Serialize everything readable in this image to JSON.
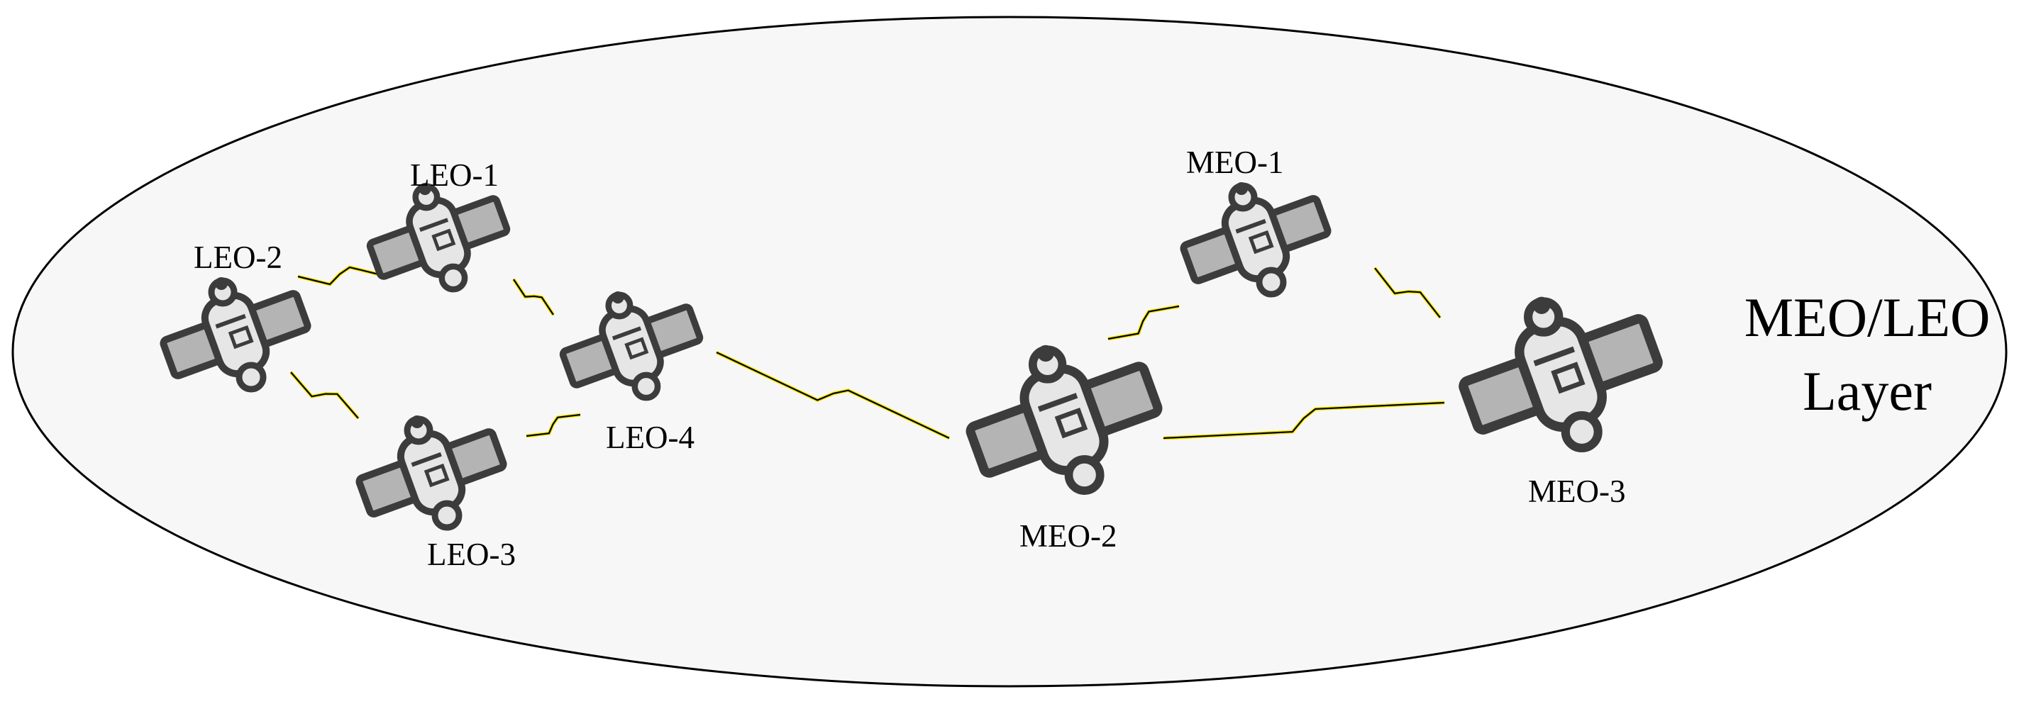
{
  "layer": {
    "line1": "MEO/LEO",
    "line2": "Layer"
  },
  "satellites": [
    {
      "id": "leo-1",
      "label": "LEO-1"
    },
    {
      "id": "leo-2",
      "label": "LEO-2"
    },
    {
      "id": "leo-3",
      "label": "LEO-3"
    },
    {
      "id": "leo-4",
      "label": "LEO-4"
    },
    {
      "id": "meo-1",
      "label": "MEO-1"
    },
    {
      "id": "meo-2",
      "label": "MEO-2"
    },
    {
      "id": "meo-3",
      "label": "MEO-3"
    }
  ],
  "links": [
    {
      "from": "LEO-2",
      "to": "LEO-1"
    },
    {
      "from": "LEO-1",
      "to": "LEO-4"
    },
    {
      "from": "LEO-2",
      "to": "LEO-3"
    },
    {
      "from": "LEO-3",
      "to": "LEO-4"
    },
    {
      "from": "LEO-4",
      "to": "MEO-2"
    },
    {
      "from": "MEO-2",
      "to": "MEO-1"
    },
    {
      "from": "MEO-1",
      "to": "MEO-3"
    },
    {
      "from": "MEO-2",
      "to": "MEO-3"
    }
  ],
  "colors": {
    "satellite_outline": "#3c3c3c",
    "satellite_body": "#e6e6e6",
    "solar_panel": "#b4b4b4",
    "lightning": "#f2e600",
    "ellipse_fill": "#f7f7f7",
    "ellipse_stroke": "#000000"
  },
  "icons": {
    "satellite": "satellite-icon",
    "link": "lightning-link-icon"
  }
}
